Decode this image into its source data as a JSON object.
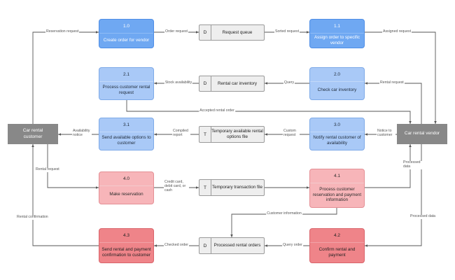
{
  "processes": {
    "p1_0": {
      "num": "1.0",
      "label": "Create order for vendor"
    },
    "p1_1": {
      "num": "1.1",
      "label": "Assign order to specific vendor"
    },
    "p2_1": {
      "num": "2.1",
      "label": "Process customer rental request"
    },
    "p2_0": {
      "num": "2.0",
      "label": "Check car inventory"
    },
    "p3_1": {
      "num": "3.1",
      "label": "Send available options to customer"
    },
    "p3_0": {
      "num": "3.0",
      "label": "Notify rental customer of availability"
    },
    "p4_0": {
      "num": "4.0",
      "label": "Make reservation"
    },
    "p4_1": {
      "num": "4.1",
      "label": "Process customer reservation and payment information"
    },
    "p4_3": {
      "num": "4.3",
      "label": "Send rental and payment confirmation to customer"
    },
    "p4_2": {
      "num": "4.2",
      "label": "Confirm rental and payment"
    }
  },
  "entities": {
    "customer": "Car rental customer",
    "vendor": "Car rental vendor"
  },
  "stores": {
    "s1": {
      "tag": "D",
      "name": "Request queue"
    },
    "s2": {
      "tag": "D",
      "name": "Rental car inventory"
    },
    "s3": {
      "tag": "T",
      "name": "Temporary available rental options file"
    },
    "s4": {
      "tag": "T",
      "name": "Temporary transaction file"
    },
    "s5": {
      "tag": "D",
      "name": "Processed rental orders"
    }
  },
  "flows": {
    "reservation_request": "Reservation request",
    "order_request": "Order request",
    "sorted_request": "Sorted request",
    "assigned_request": "Assigned request",
    "stock_availability": "Stock availability",
    "query": "Query",
    "rental_request_vendor": "Rental request",
    "accepted_rental_order": "Accepted rental order",
    "availability_notice": "Availability notice",
    "compiled_report": "Compiled report",
    "custom_request": "Custom request",
    "notice_to_customer": "Notice to customer",
    "processed_data_1": "Processed data",
    "rental_request_customer": "Rental request",
    "credit_card": "Credit card, debit card, or cash",
    "customer_information": "Customer information",
    "processed_data_2": "Processed data",
    "rental_confirmation": "Rental confirmation",
    "checked_order": "Checked order",
    "query_order": "Query order"
  }
}
